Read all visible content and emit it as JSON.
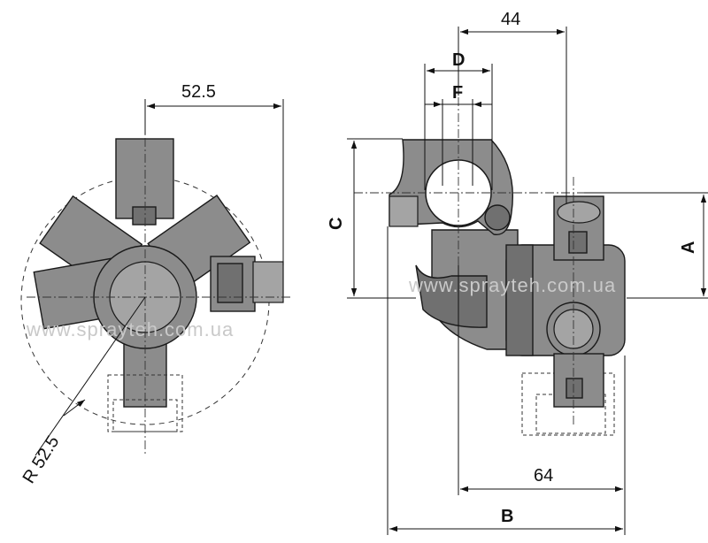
{
  "dimensions": {
    "left_width": "52.5",
    "left_radius": "R 52.5",
    "top_width": "44",
    "d_label": "D",
    "f_label": "F",
    "c_label": "C",
    "a_label": "A",
    "bottom_width": "64",
    "b_label": "B"
  },
  "watermark": {
    "left": "www.sprayteh.com.ua",
    "right": "www.sprayteh.com.ua"
  }
}
